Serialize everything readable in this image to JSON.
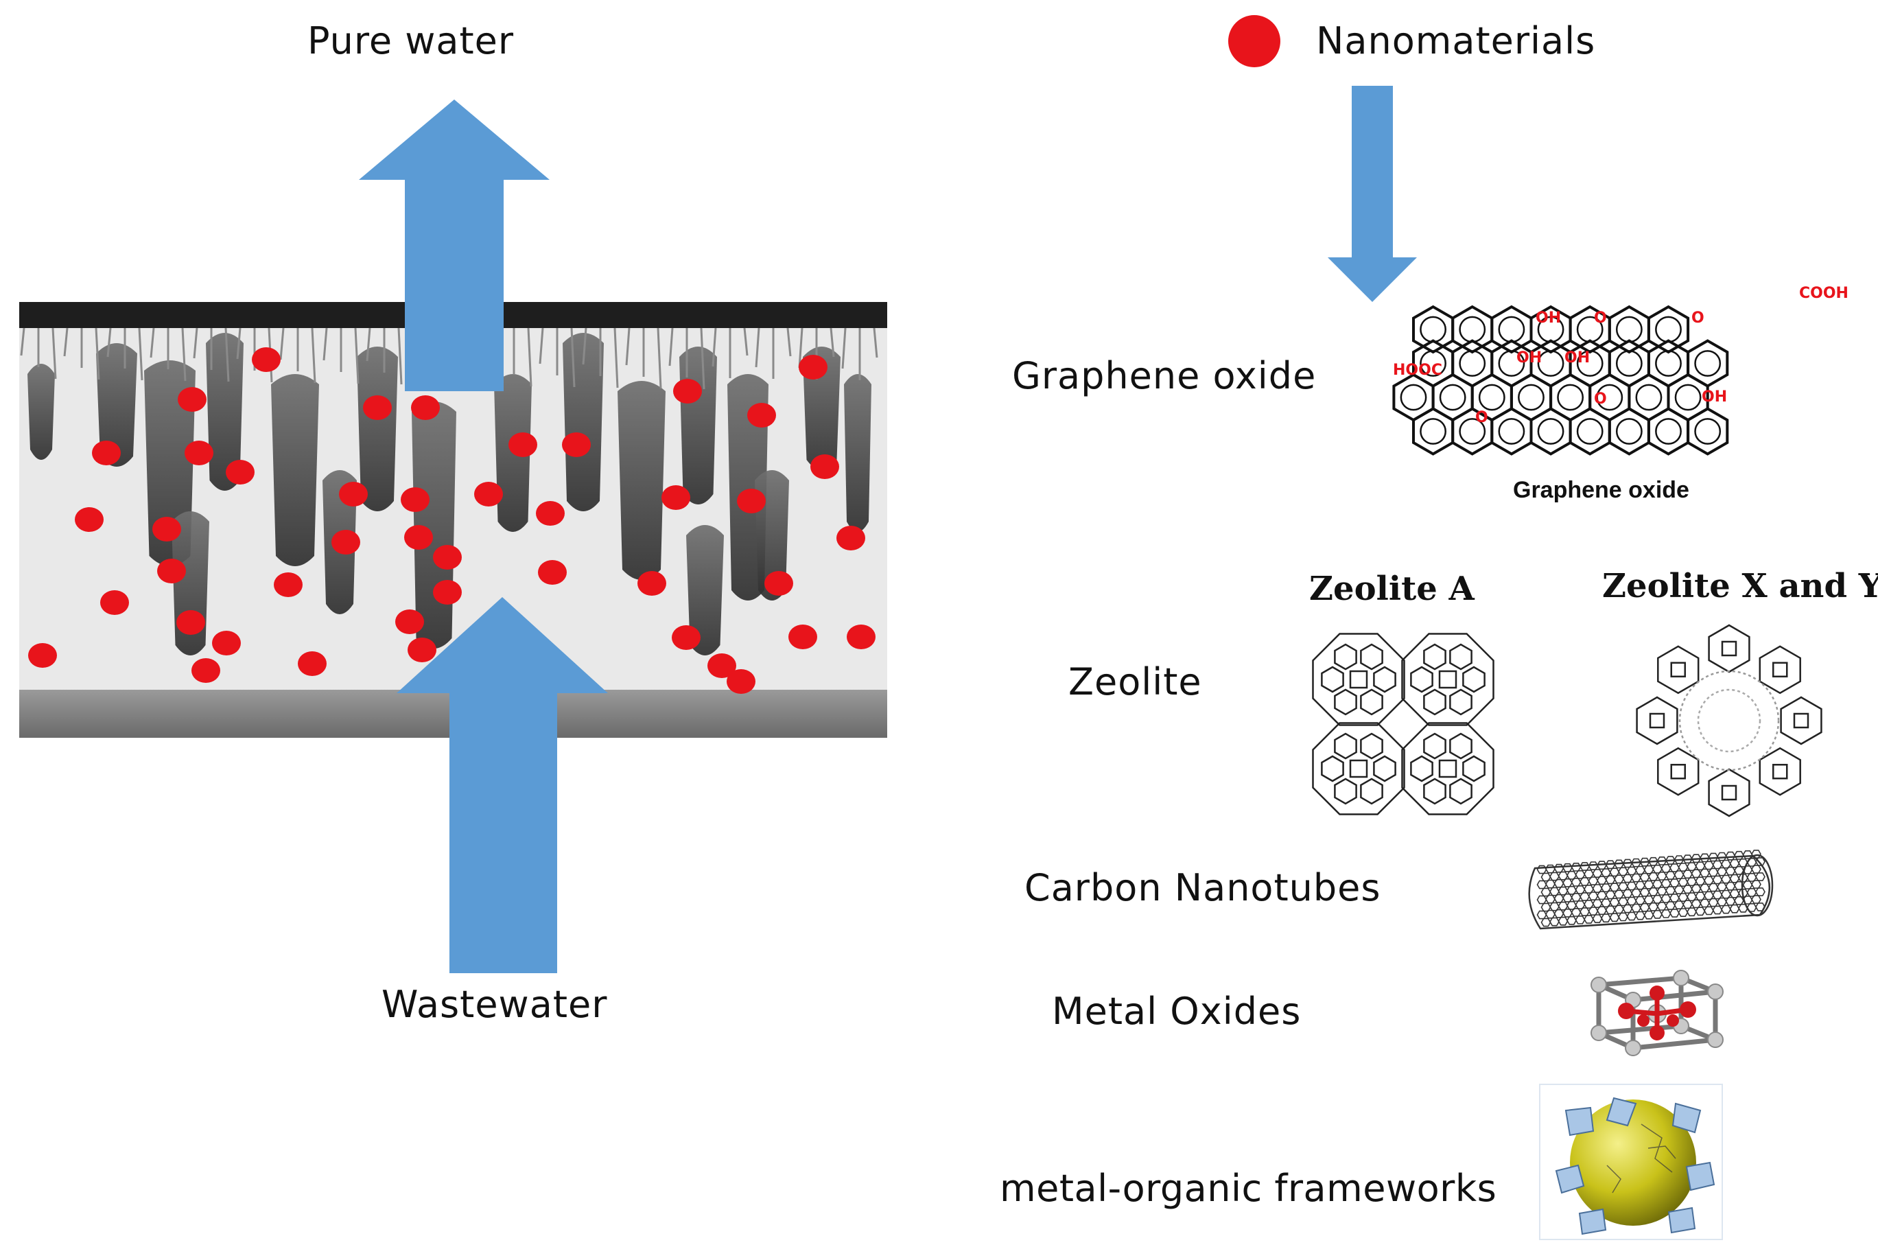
{
  "membrane": {
    "top_label": "Pure water",
    "bottom_label": "Wastewater"
  },
  "legend": {
    "label": "Nanomaterials",
    "dot_color": "#e8141b"
  },
  "arrow_color": "#5b9bd5",
  "nanomaterials": [
    {
      "name": "Graphene oxide",
      "caption": "Graphene oxide",
      "groups": [
        "COOH",
        "HOOC",
        "OH",
        "OH",
        "OH",
        "OH",
        "O",
        "O",
        "O",
        "O"
      ]
    },
    {
      "name": "Zeolite",
      "structures": [
        "Zeolite A",
        "Zeolite X and Y"
      ]
    },
    {
      "name": "Carbon Nanotubes"
    },
    {
      "name": "Metal Oxides"
    },
    {
      "name": "metal-organic frameworks"
    }
  ]
}
